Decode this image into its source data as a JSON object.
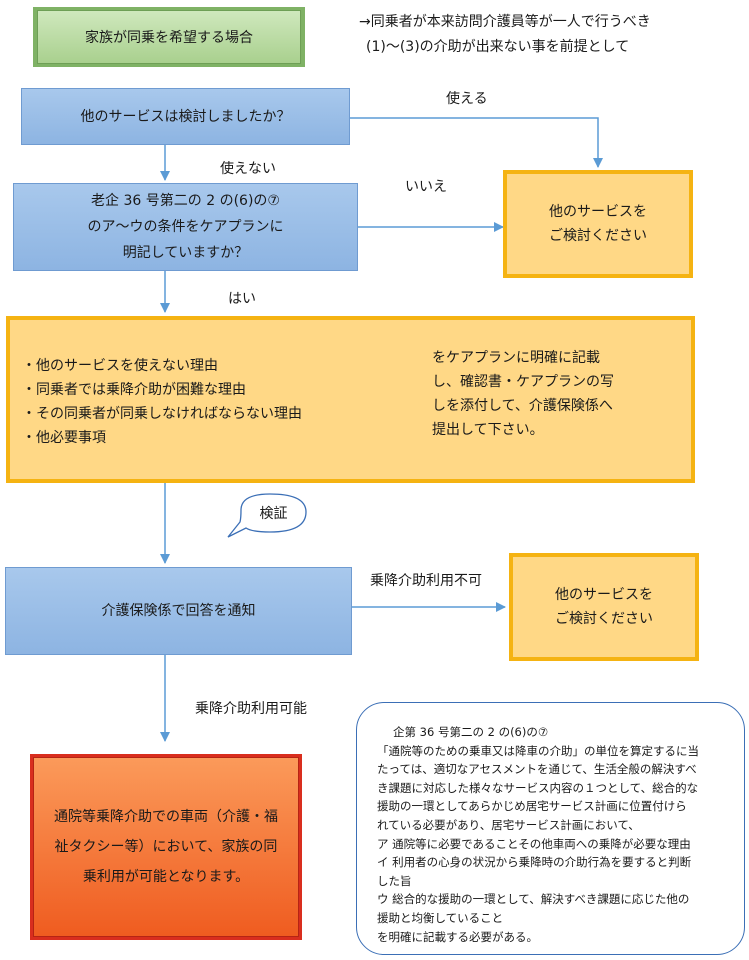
{
  "start_box": "家族が同乗を希望する場合",
  "premise": {
    "line1": "→同乗者が本来訪問介護員等が一人で行うべき",
    "line2": "(1)～(3)の介助が出来ない事を前提として"
  },
  "q1": "他のサービスは検討しましたか？",
  "label_yes_use": "使える",
  "label_cannot_use": "使えない",
  "q2": {
    "line1": "老企 36 号第二の 2 の(6)の⑦",
    "line2": "のア～ウの条件をケアプランに",
    "line3": "明記していますか？"
  },
  "label_no": "いいえ",
  "other_service_1": {
    "line1": "他のサービスを",
    "line2": "ご検討ください"
  },
  "label_yes": "はい",
  "reasons": {
    "items": [
      "・他のサービスを使えない理由",
      "・同乗者では乗降介助が困難な理由",
      "・その同乗者が同乗しなければならない理由",
      "・他必要事項"
    ],
    "instruction": [
      "をケアプランに明確に記載",
      "し、確認書・ケアプランの写",
      "しを添付して、介護保険係へ",
      "提出して下さい。"
    ]
  },
  "callout": "検証",
  "notify_box": "介護保険係で回答を通知",
  "label_not_allowed": "乗降介助利用不可",
  "other_service_2": {
    "line1": "他のサービスを",
    "line2": "ご検討ください"
  },
  "label_allowed": "乗降介助利用可能",
  "result_box": [
    "通院等乗降介助での車両（介護・福",
    "祉タクシー等）において、家族の同",
    "乗利用が可能となります。"
  ],
  "note": {
    "title": "企第 36 号第二の 2 の(6)の⑦",
    "lines": [
      "「通院等のための乗車又は降車の介助」の単位を算定するに当",
      "たっては、適切なアセスメントを通じて、生活全般の解決すべ",
      "き課題に対応した様々なサービス内容の１つとして、総合的な",
      "援助の一環としてあらかじめ居宅サービス計画に位置付けら",
      "れている必要があり、居宅サービス計画において、",
      "ア  通院等に必要であることその他車両への乗降が必要な理由",
      "イ  利用者の心身の状況から乗降時の介助行為を要すると判断",
      "した旨",
      "ウ  総合的な援助の一環として、解決すべき課題に応じた他の",
      "援助と均衡していること",
      "を明確に記載する必要がある。"
    ]
  },
  "colors": {
    "arrow": "#5b9bd5",
    "blue_fill": "#8db4e2",
    "orange_fill": "#ffd886",
    "orange_border": "#f5b312",
    "red_fill": "#f06a2a",
    "green_fill": "#a9d08e"
  }
}
